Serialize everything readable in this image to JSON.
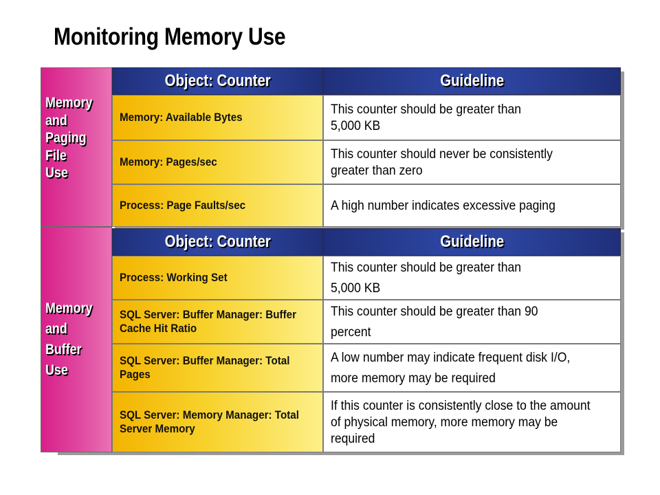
{
  "title": "Monitoring Memory Use",
  "sections": [
    {
      "label_lines": [
        "Memory",
        "and",
        "Paging",
        "File",
        "Use"
      ],
      "header": {
        "counter": "Object: Counter",
        "guideline": "Guideline"
      },
      "rows": [
        {
          "counter": "Memory: Available Bytes",
          "guideline": "This counter should be greater than 5,000 KB"
        },
        {
          "counter": "Memory: Pages/sec",
          "guideline": "This counter should never be consistently greater than zero"
        },
        {
          "counter": "Process: Page Faults/sec",
          "guideline": "A high number indicates excessive paging"
        }
      ]
    },
    {
      "label_lines": [
        "Memory",
        "and",
        "Buffer",
        "Use"
      ],
      "header": {
        "counter": "Object: Counter",
        "guideline": "Guideline"
      },
      "rows": [
        {
          "counter": "Process: Working Set",
          "guideline": "This counter should be greater than 5,000 KB"
        },
        {
          "counter": "SQL Server: Buffer Manager: Buffer Cache Hit Ratio",
          "guideline": "This counter should be greater than 90 percent"
        },
        {
          "counter": "SQL Server: Buffer Manager: Total Pages",
          "guideline": "A low number may indicate frequent disk I/O, more memory may be required"
        },
        {
          "counter": "SQL Server: Memory Manager: Total Server Memory",
          "guideline": "If this counter is consistently close to the amount of physical memory, more memory may be required"
        }
      ]
    }
  ],
  "colors": {
    "header_blue": "#2d45a0",
    "side_magenta": "#d8208a",
    "cell_yellow": "#f8d22c"
  }
}
